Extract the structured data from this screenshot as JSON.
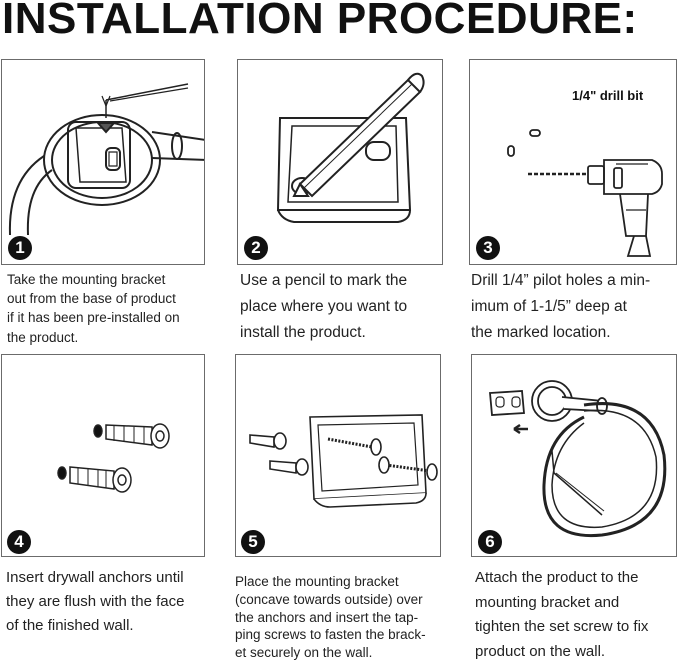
{
  "title": "INSTALLATION PROCEDURE:",
  "steps": [
    {
      "number": "1",
      "text": "Take the mounting bracket\nout from the base of product\nif it has been pre-installed on\nthe product."
    },
    {
      "number": "2",
      "text": "Use a pencil to mark the\nplace where you want to\ninstall the product."
    },
    {
      "number": "3",
      "text": "Drill 1/4” pilot holes a min-\nimum of 1-1/5” deep at\nthe marked location.",
      "image_label": "1/4\" drill bit"
    },
    {
      "number": "4",
      "text": "Insert drywall anchors until\nthey are flush with the face\nof the finished wall."
    },
    {
      "number": "5",
      "text": "Place the mounting bracket\n(concave towards outside) over\nthe anchors and insert the tap-\nping screws to fasten the brack-\net securely on the wall."
    },
    {
      "number": "6",
      "text": "Attach the product to the\nmounting bracket and\ntighten the set screw to fix\nproduct on the wall."
    }
  ]
}
